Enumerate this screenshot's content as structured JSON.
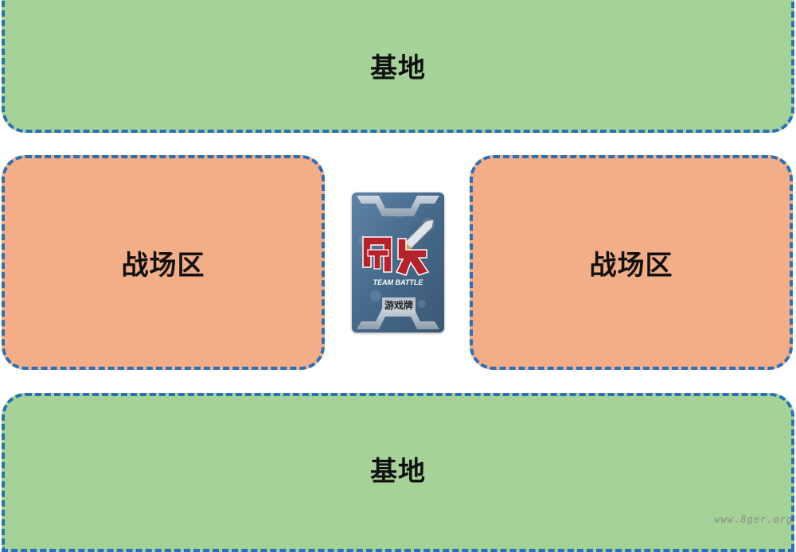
{
  "board": {
    "base_top_label": "基地",
    "base_bottom_label": "基地",
    "battlefield_left_label": "战场区",
    "battlefield_right_label": "战场区"
  },
  "deck_card": {
    "logo_text": "团战",
    "subtitle": "TEAM BATTLE",
    "caption": "游戏牌"
  },
  "watermark": "www.8ger.org",
  "colors": {
    "base_fill": "#a5d397",
    "battlefield_fill": "#f3ae88",
    "dashed_border": "#2a6fba",
    "card_bg": "#4b6f90",
    "logo_red": "#b7222a"
  }
}
